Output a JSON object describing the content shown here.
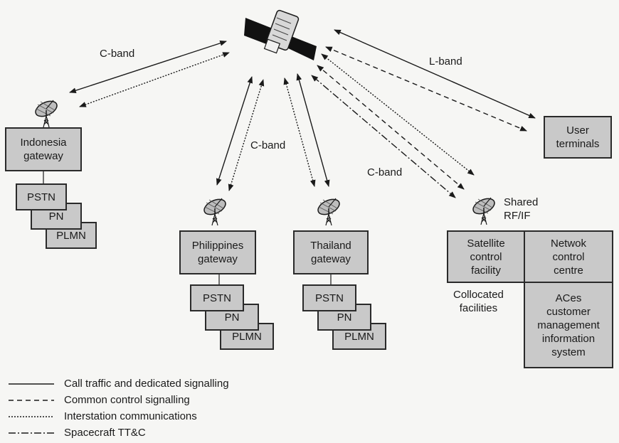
{
  "labels": {
    "cband_top_left": "C-band",
    "cband_middle": "C-band",
    "cband_right": "C-band",
    "lband": "L-band",
    "shared_rf": "Shared\nRF/IF",
    "collocated": "Collocated\nfacilities"
  },
  "gateways": {
    "indonesia": {
      "name": "Indonesia\ngateway",
      "networks": [
        "PSTN",
        "PN",
        "PLMN"
      ]
    },
    "philippines": {
      "name": "Philippines\ngateway",
      "networks": [
        "PSTN",
        "PN",
        "PLMN"
      ]
    },
    "thailand": {
      "name": "Thailand\ngateway",
      "networks": [
        "PSTN",
        "PN",
        "PLMN"
      ]
    }
  },
  "user_terminals": "User\nterminals",
  "control": {
    "satellite_control": "Satellite\ncontrol\nfacility",
    "network_control": "Netwok\ncontrol\ncentre",
    "aces_cmis": "ACes\ncustomer\nmanagement\ninformation\nsystem"
  },
  "legend": [
    {
      "style": "solid",
      "text": "Call traffic and dedicated signalling"
    },
    {
      "style": "dashed",
      "text": "Common control signalling"
    },
    {
      "style": "dotted",
      "text": "Interstation communications"
    },
    {
      "style": "dashdot",
      "text": "Spacecraft TT&C"
    }
  ],
  "icons": [
    "satellite-icon",
    "dish-antenna-icon"
  ]
}
